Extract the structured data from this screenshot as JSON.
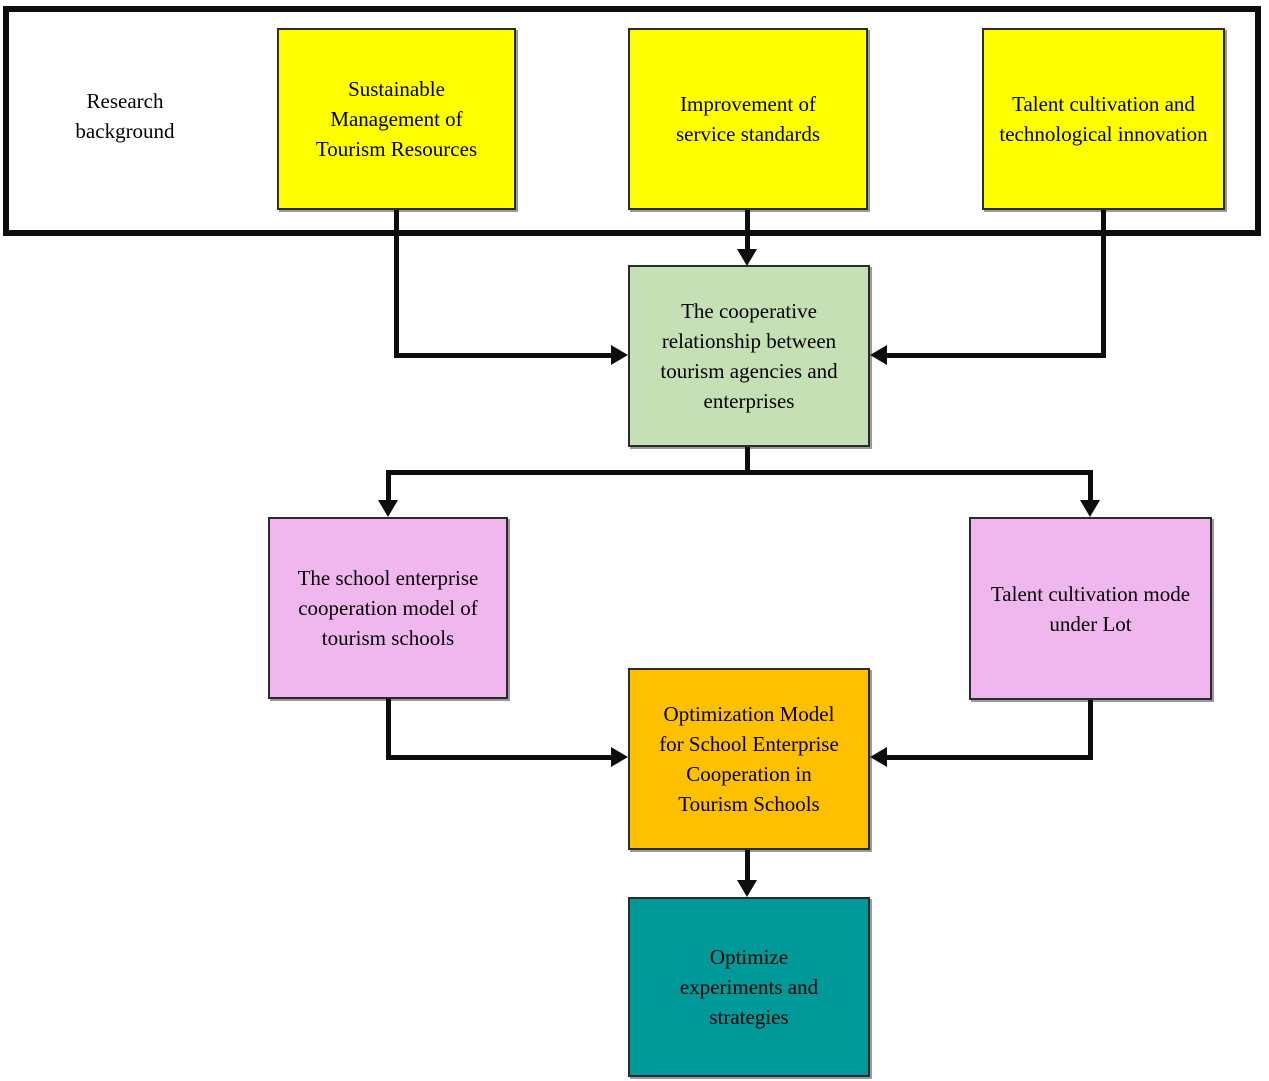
{
  "diagram": {
    "research_background_label": "Research background",
    "nodes": {
      "sustainable": "Sustainable Management of Tourism Resources",
      "improvement": "Improvement of service standards",
      "talent_tech": "Talent cultivation and technological innovation",
      "cooperative": "The cooperative relationship between tourism agencies and enterprises",
      "school_model": "The school enterprise cooperation model of tourism schools",
      "talent_lot": "Talent cultivation mode under Lot",
      "optimization": "Optimization Model for School Enterprise Cooperation in Tourism Schools",
      "optimize_exp": "Optimize experiments and strategies"
    },
    "colors": {
      "background_boxes": "#FFFF00",
      "cooperative_box": "#C5E0B4",
      "model_boxes": "#F0B6EE",
      "optimization_box": "#FFC000",
      "result_box": "#009999",
      "line": "#0D0D0D",
      "frame_border": "#0D0D0D"
    },
    "edges": [
      {
        "from": "sustainable",
        "to": "cooperative"
      },
      {
        "from": "improvement",
        "to": "cooperative"
      },
      {
        "from": "talent_tech",
        "to": "cooperative"
      },
      {
        "from": "cooperative",
        "to": "school_model"
      },
      {
        "from": "cooperative",
        "to": "talent_lot"
      },
      {
        "from": "school_model",
        "to": "optimization"
      },
      {
        "from": "talent_lot",
        "to": "optimization"
      },
      {
        "from": "optimization",
        "to": "optimize_exp"
      }
    ]
  }
}
